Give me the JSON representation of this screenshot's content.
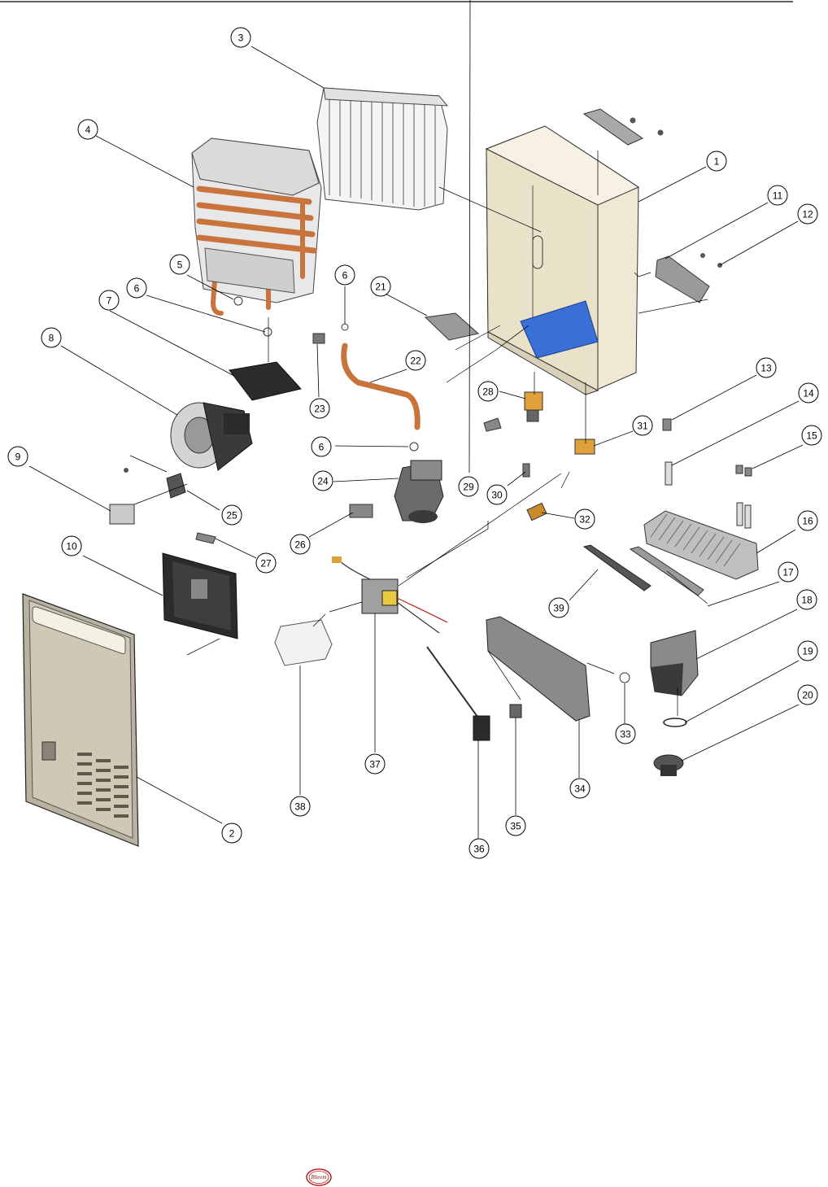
{
  "logo": {
    "text": "Rheem",
    "color": "#b22222"
  },
  "colors": {
    "copper": "#c8743c",
    "cabinet": "#efe8d2",
    "panel": "#b9b2a0",
    "dark": "#2b2b2b",
    "gray": "#9a9a9a",
    "blue": "#3a6fd8",
    "orange": "#e0a03a"
  },
  "callouts": [
    {
      "id": "c1",
      "label": "1"
    },
    {
      "id": "c2",
      "label": "2"
    },
    {
      "id": "c3",
      "label": "3"
    },
    {
      "id": "c4",
      "label": "4"
    },
    {
      "id": "c5",
      "label": "5"
    },
    {
      "id": "c6a",
      "label": "6"
    },
    {
      "id": "c6b",
      "label": "6"
    },
    {
      "id": "c6c",
      "label": "6"
    },
    {
      "id": "c7",
      "label": "7"
    },
    {
      "id": "c8",
      "label": "8"
    },
    {
      "id": "c9",
      "label": "9"
    },
    {
      "id": "c10",
      "label": "10"
    },
    {
      "id": "c11",
      "label": "11"
    },
    {
      "id": "c12",
      "label": "12"
    },
    {
      "id": "c13",
      "label": "13"
    },
    {
      "id": "c14",
      "label": "14"
    },
    {
      "id": "c15",
      "label": "15"
    },
    {
      "id": "c16",
      "label": "16"
    },
    {
      "id": "c17",
      "label": "17"
    },
    {
      "id": "c18",
      "label": "18"
    },
    {
      "id": "c19",
      "label": "19"
    },
    {
      "id": "c20",
      "label": "20"
    },
    {
      "id": "c21",
      "label": "21"
    },
    {
      "id": "c22",
      "label": "22"
    },
    {
      "id": "c23",
      "label": "23"
    },
    {
      "id": "c24",
      "label": "24"
    },
    {
      "id": "c25",
      "label": "25"
    },
    {
      "id": "c26",
      "label": "26"
    },
    {
      "id": "c27",
      "label": "27"
    },
    {
      "id": "c28",
      "label": "28"
    },
    {
      "id": "c29",
      "label": "29"
    },
    {
      "id": "c30",
      "label": "30"
    },
    {
      "id": "c31",
      "label": "31"
    },
    {
      "id": "c32",
      "label": "32"
    },
    {
      "id": "c33",
      "label": "33"
    },
    {
      "id": "c34",
      "label": "34"
    },
    {
      "id": "c35",
      "label": "35"
    },
    {
      "id": "c36",
      "label": "36"
    },
    {
      "id": "c37",
      "label": "37"
    },
    {
      "id": "c38",
      "label": "38"
    },
    {
      "id": "c39",
      "label": "39"
    }
  ]
}
